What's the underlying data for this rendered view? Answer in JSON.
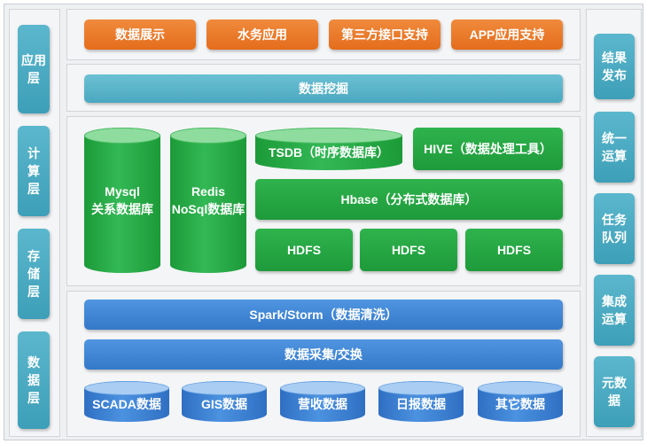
{
  "side_left": [
    "应用\n层",
    "计\n算\n层",
    "存\n储\n层",
    "数\n据\n层"
  ],
  "side_right": [
    "结果\n发布",
    "统一\n运算",
    "任务\n队列",
    "集成\n运算",
    "元数\n据"
  ],
  "app_layer": [
    "数据展示",
    "水务应用",
    "第三方接口支持",
    "APP应用支持"
  ],
  "mining": "数据挖掘",
  "storage": {
    "mysql": [
      "Mysql",
      "关系数据库"
    ],
    "redis": [
      "Redis",
      "NoSql数据库"
    ],
    "tsdb": "TSDB（时序数据库）",
    "hive": "HIVE（数据处理工具）",
    "hbase": "Hbase（分布式数据库）",
    "hdfs": [
      "HDFS",
      "HDFS",
      "HDFS"
    ]
  },
  "data_layer": {
    "spark": "Spark/Storm（数据清洗）",
    "collect": "数据采集/交换",
    "sources": [
      "SCADA数据",
      "GIS数据",
      "营收数据",
      "日报数据",
      "其它数据"
    ]
  }
}
